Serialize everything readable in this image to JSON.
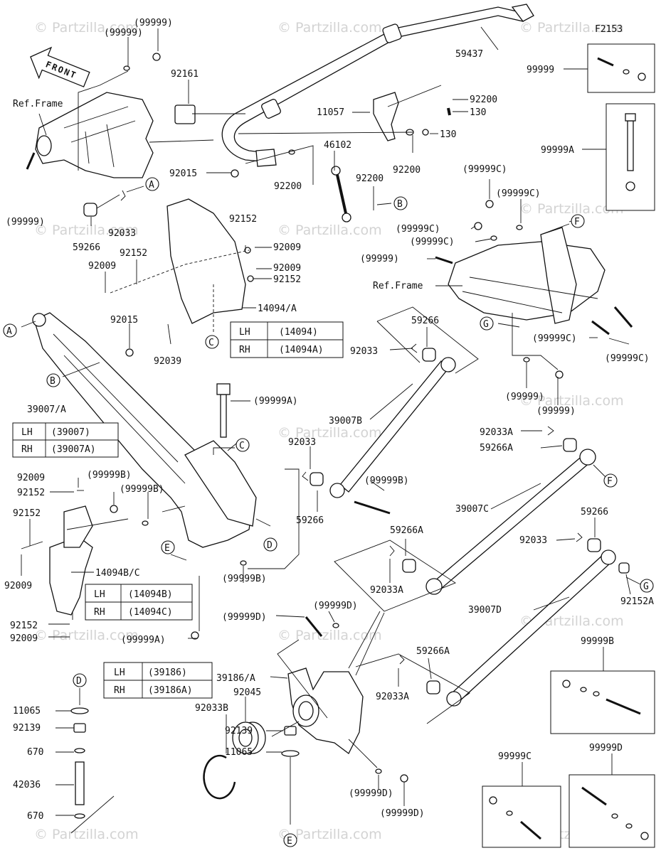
{
  "diagram_id": "F2153",
  "front_label": "FRONT",
  "ref_frame_top": "Ref.Frame",
  "ref_frame_mid": "Ref.Frame",
  "watermark": "© Partzilla.com",
  "circle_refs": {
    "A": "A",
    "B": "B",
    "C": "C",
    "D": "D",
    "E": "E",
    "F": "F",
    "G": "G"
  },
  "parts": {
    "p59437": "59437",
    "p92161": "92161",
    "p11057": "11057",
    "p92200a": "92200",
    "p130a": "130",
    "p130b": "130",
    "p92200b": "92200",
    "p92015a": "92015",
    "p92200c": "92200",
    "p46102": "46102",
    "p92200d": "92200",
    "p99999_top1": "(99999)",
    "p99999_top2": "(99999)",
    "p99999_left": "(99999)",
    "p59266_top": "59266",
    "p92033_top": "92033",
    "p92152a": "92152",
    "p92009a": "92009",
    "p92152b": "92152",
    "p92009b": "92009",
    "p92009c": "92009",
    "p92152c": "92152",
    "p14094A": "14094/A",
    "p92015b": "92015",
    "p92039": "92039",
    "p99999C_1": "(99999C)",
    "p99999C_2": "(99999C)",
    "p99999C_3": "(99999C)",
    "p99999C_4": "(99999C)",
    "p99999_mid": "(99999)",
    "p99999C_5": "(99999C)",
    "p99999C_6": "(99999C)",
    "p59266_mid": "59266",
    "p92033_mid": "92033",
    "p99999_g1": "(99999)",
    "p99999_g2": "(99999)",
    "p39007A_lbl": "39007/A",
    "p99999A_a": "(99999A)",
    "p39007B": "39007B",
    "p92033_c": "92033",
    "p59266_c": "59266",
    "p99999B_c": "(99999B)",
    "p92033A_a": "92033A",
    "p59266A_a": "59266A",
    "p39007C": "39007C",
    "p59266_r": "59266",
    "p92033_r": "92033",
    "p59266A_b": "59266A",
    "p92033A_b": "92033A",
    "p39007D": "39007D",
    "p92152A": "92152A",
    "p92009d": "92009",
    "p92152d": "92152",
    "p99999B_a": "(99999B)",
    "p99999B_b": "(99999B)",
    "p92152e": "92152",
    "p92009e": "92009",
    "p14094BC": "14094B/C",
    "p92152f": "92152",
    "p92009f": "92009",
    "p99999B_d": "(99999B)",
    "p99999A_b": "(99999A)",
    "p99999D_a": "(99999D)",
    "p99999D_b": "(99999D)",
    "p59266A_c": "59266A",
    "p92033A_c": "92033A",
    "p39186A": "39186/A",
    "p92045": "92045",
    "p92033B": "92033B",
    "p11065a": "11065",
    "p92139a": "92139",
    "p670a": "670",
    "p42036": "42036",
    "p670b": "670",
    "p92139b": "92139",
    "p11065b": "11065",
    "p99999D_c": "(99999D)",
    "p99999D_d": "(99999D)"
  },
  "legend_boxes": {
    "box_99999": "99999",
    "box_99999A": "99999A",
    "box_99999B": "99999B",
    "box_99999C": "99999C",
    "box_99999D": "99999D"
  },
  "tables": {
    "t14094": {
      "r1c1": "LH",
      "r1c2": "(14094)",
      "r2c1": "RH",
      "r2c2": "(14094A)"
    },
    "t39007": {
      "r1c1": "LH",
      "r1c2": "(39007)",
      "r2c1": "RH",
      "r2c2": "(39007A)"
    },
    "t14094BC": {
      "r1c1": "LH",
      "r1c2": "(14094B)",
      "r2c1": "RH",
      "r2c2": "(14094C)"
    },
    "t39186": {
      "r1c1": "LH",
      "r1c2": "(39186)",
      "r2c1": "RH",
      "r2c2": "(39186A)"
    }
  }
}
